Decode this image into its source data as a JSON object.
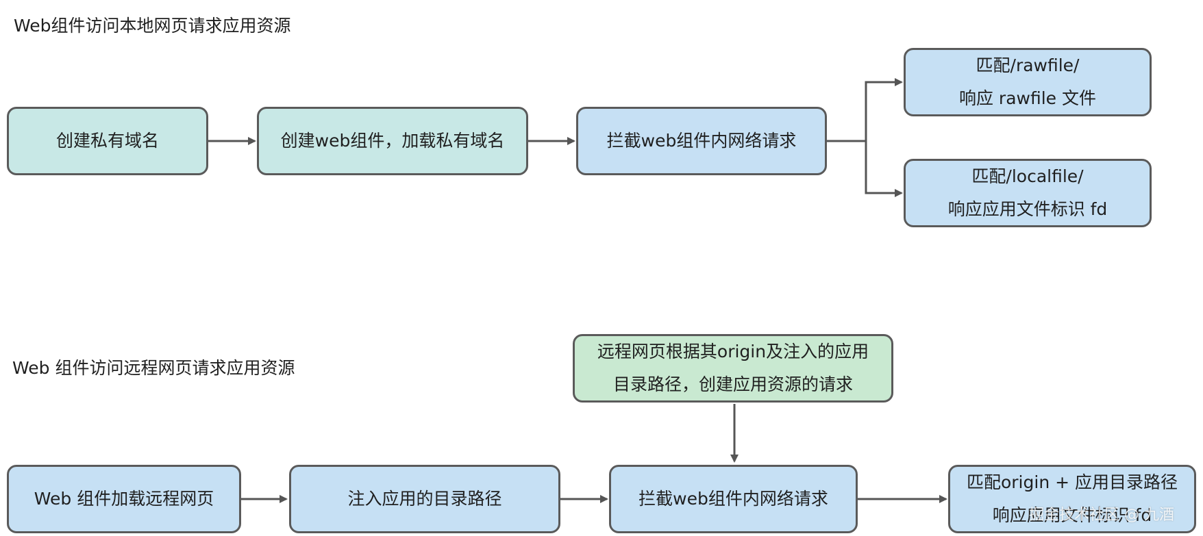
{
  "diagram1": {
    "title": "Web组件访问本地网页请求应用资源",
    "create_domain": "创建私有域名",
    "create_web": "创建web组件，加载私有域名",
    "intercept": "拦截web组件内网络请求",
    "rawfile_line1": "匹配/rawfile/",
    "rawfile_line2": "响应 rawfile 文件",
    "localfile_line1": "匹配/localfile/",
    "localfile_line2": "响应应用文件标识 fd"
  },
  "diagram2": {
    "title": "Web 组件访问远程网页请求应用资源",
    "remote_line1": "远程网页根据其origin及注入的应用",
    "remote_line2": "目录路径，创建应用资源的请求",
    "load_remote": "Web 组件加载远程网页",
    "inject": "注入应用的目录路径",
    "intercept": "拦截web组件内网络请求",
    "match_line1": "匹配origin + 应用目录路径",
    "match_line2": "响应应用文件标识 fd"
  },
  "watermark": "掘金技术社区 @ 九酒",
  "colors": {
    "teal": "#c8e8e6",
    "blue": "#c6e0f4",
    "green": "#c9e9d1",
    "border": "#5a5a5a"
  }
}
